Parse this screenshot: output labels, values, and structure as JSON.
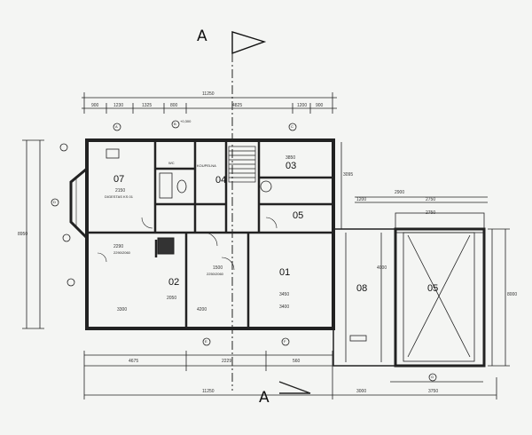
{
  "section_marker": "A",
  "rooms": {
    "r01": "01",
    "r02": "02",
    "r03": "03",
    "r04": "04",
    "r05a": "05",
    "r05b": "05",
    "r07": "07",
    "r08": "08"
  },
  "dimensions": {
    "top_total": "11250",
    "top_900a": "900",
    "top_1230": "1230",
    "top_1325": "1325",
    "top_800": "800",
    "top_4825": "4825",
    "top_1200": "1200",
    "top_900b": "900",
    "bottom_4675": "4675",
    "bottom_2229": "2229",
    "bottom_560": "560",
    "bottom_total": "11250",
    "bottom_3000": "3000",
    "bottom_3750": "3750",
    "right_8000": "8000",
    "side_8950": "8950",
    "right_3095": "3095",
    "d_3300": "3300",
    "d_2050": "2050",
    "d_4200": "4200",
    "d_3450": "3450",
    "d_3400": "3400",
    "d_2150": "2150",
    "d_2290": "2290",
    "d_3850": "3850",
    "d_2900": "2900",
    "d_2750": "2750",
    "d_2750b": "2750",
    "d_1200": "1200",
    "d_1500": "1500",
    "d_4000": "4000"
  },
  "annotations": {
    "kitchen_note": "DIGESTAS KS 01",
    "bath_note": "KOUPELNA",
    "hall_note": "WC",
    "note_2290": "2290/2060",
    "note_2250": "2250/2060",
    "level": "+0,300"
  },
  "axis_labels": [
    "A",
    "B",
    "C",
    "D",
    "E",
    "F",
    "G"
  ]
}
